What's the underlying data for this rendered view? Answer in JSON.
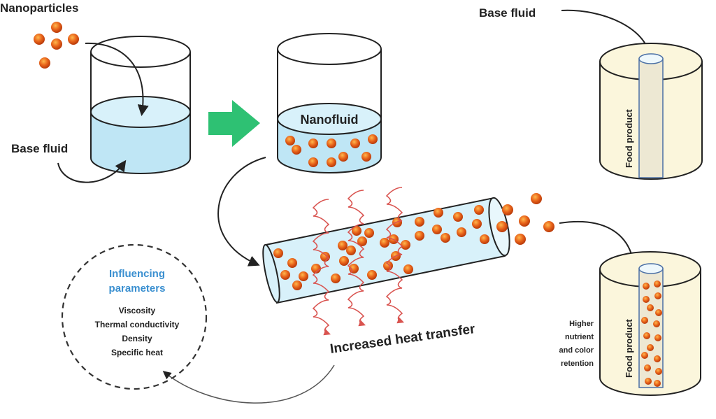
{
  "labels": {
    "nanoparticles": "Nanoparticles",
    "base_fluid_left": "Base fluid",
    "nanofluid": "Nanofluid",
    "base_fluid_right": "Base fluid",
    "food_product_top": "Food product",
    "food_product_bottom": "Food product",
    "increased_heat_transfer": "Increased heat transfer",
    "influencing_title_1": "Influencing",
    "influencing_title_2": "parameters",
    "params": [
      "Viscosity",
      "Thermal conductivity",
      "Density",
      "Specific heat"
    ],
    "retention": [
      "Higher",
      "nutrient",
      "and color",
      "retention"
    ]
  },
  "colors": {
    "fluid": "#bfe6f5",
    "fluid_top": "#d8f1fa",
    "particle": "#e8631a",
    "arrow_green": "#2ec173",
    "heat": "#d9534f",
    "food": "#fbf6dc",
    "param_title": "#3a8fd0"
  },
  "icons": {
    "process_arrow": "green-right-arrow-icon",
    "heat_waves": "heat-wave-icon"
  }
}
